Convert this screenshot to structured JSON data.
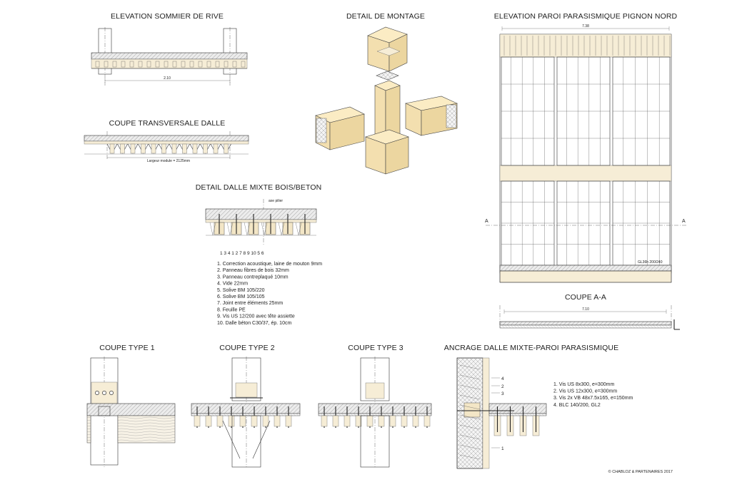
{
  "titles": {
    "elevation_sommier": "ELEVATION SOMMIER DE RIVE",
    "detail_montage": "DETAIL DE MONTAGE",
    "elevation_paroi": "ELEVATION PAROI PARASISMIQUE PIGNON NORD",
    "coupe_transversale": "COUPE TRANSVERSALE DALLE",
    "detail_dalle": "DETAIL DALLE MIXTE BOIS/BETON",
    "coupe_aa": "COUPE A-A",
    "coupe_type_1": "COUPE TYPE 1",
    "coupe_type_2": "COUPE TYPE 2",
    "coupe_type_3": "COUPE TYPE 3",
    "ancrage": "ANCRAGE DALLE MIXTE-PAROI PARASISMIQUE"
  },
  "dimensions": {
    "sommier_length": "2.10",
    "module_width": "Largeur module = 2125mm",
    "paroi_width": "7.38",
    "coupe_aa_width": "7.10",
    "axe_pilier": "axe pilier",
    "beam_tag": "GL36h 200/240"
  },
  "section_marks": {
    "left": "A",
    "right": "A"
  },
  "detail_dalle_callouts": "1 3 4     1 2     7  8  9 10 5  6",
  "detail_dalle_legend": [
    "1. Correction acoustique, laine de mouton 9mm",
    "2. Panneau fibres de bois 32mm",
    "3. Panneau contreplaqué 10mm",
    "4. Vide 22mm",
    "5. Solive BM 105/220",
    "6. Solive BM 105/105",
    "7. Joint entre éléments 25mm",
    "8. Feuille PE",
    "9. Vis US 12/200 avec tête assiette",
    "10. Dalle béton C30/37, ép. 10cm"
  ],
  "ancrage_legend": [
    "1. Vis US 8x300, e=300mm",
    "2. Vis US 12x300, e=300mm",
    "3. Vis 2x VB 48x7.5x165, e=150mm",
    "4. BLC 140/200, GL2"
  ],
  "ancrage_callouts": [
    "4",
    "2",
    "3",
    "1"
  ],
  "credit": "© CHABLOZ & PARTENAIRES 2017"
}
